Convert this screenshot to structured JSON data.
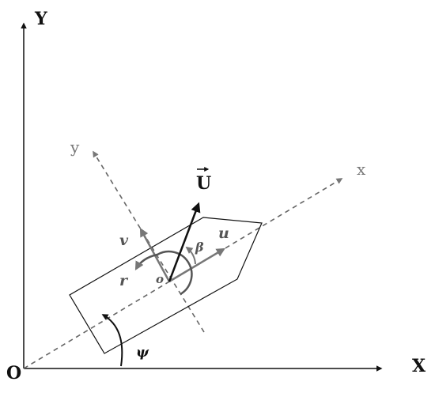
{
  "labels": {
    "origin": "O",
    "global_x": "X",
    "global_y": "Y",
    "body_x": "x",
    "body_y": "y",
    "surge": "u",
    "sway": "v",
    "yaw_rate": "r",
    "body_origin": "o",
    "drift": "β",
    "velocity": "U",
    "heading": "ψ"
  },
  "colors": {
    "axis": "#111111",
    "gray_arrow": "#777777",
    "dashed": "#666666",
    "hull": "#111111"
  }
}
